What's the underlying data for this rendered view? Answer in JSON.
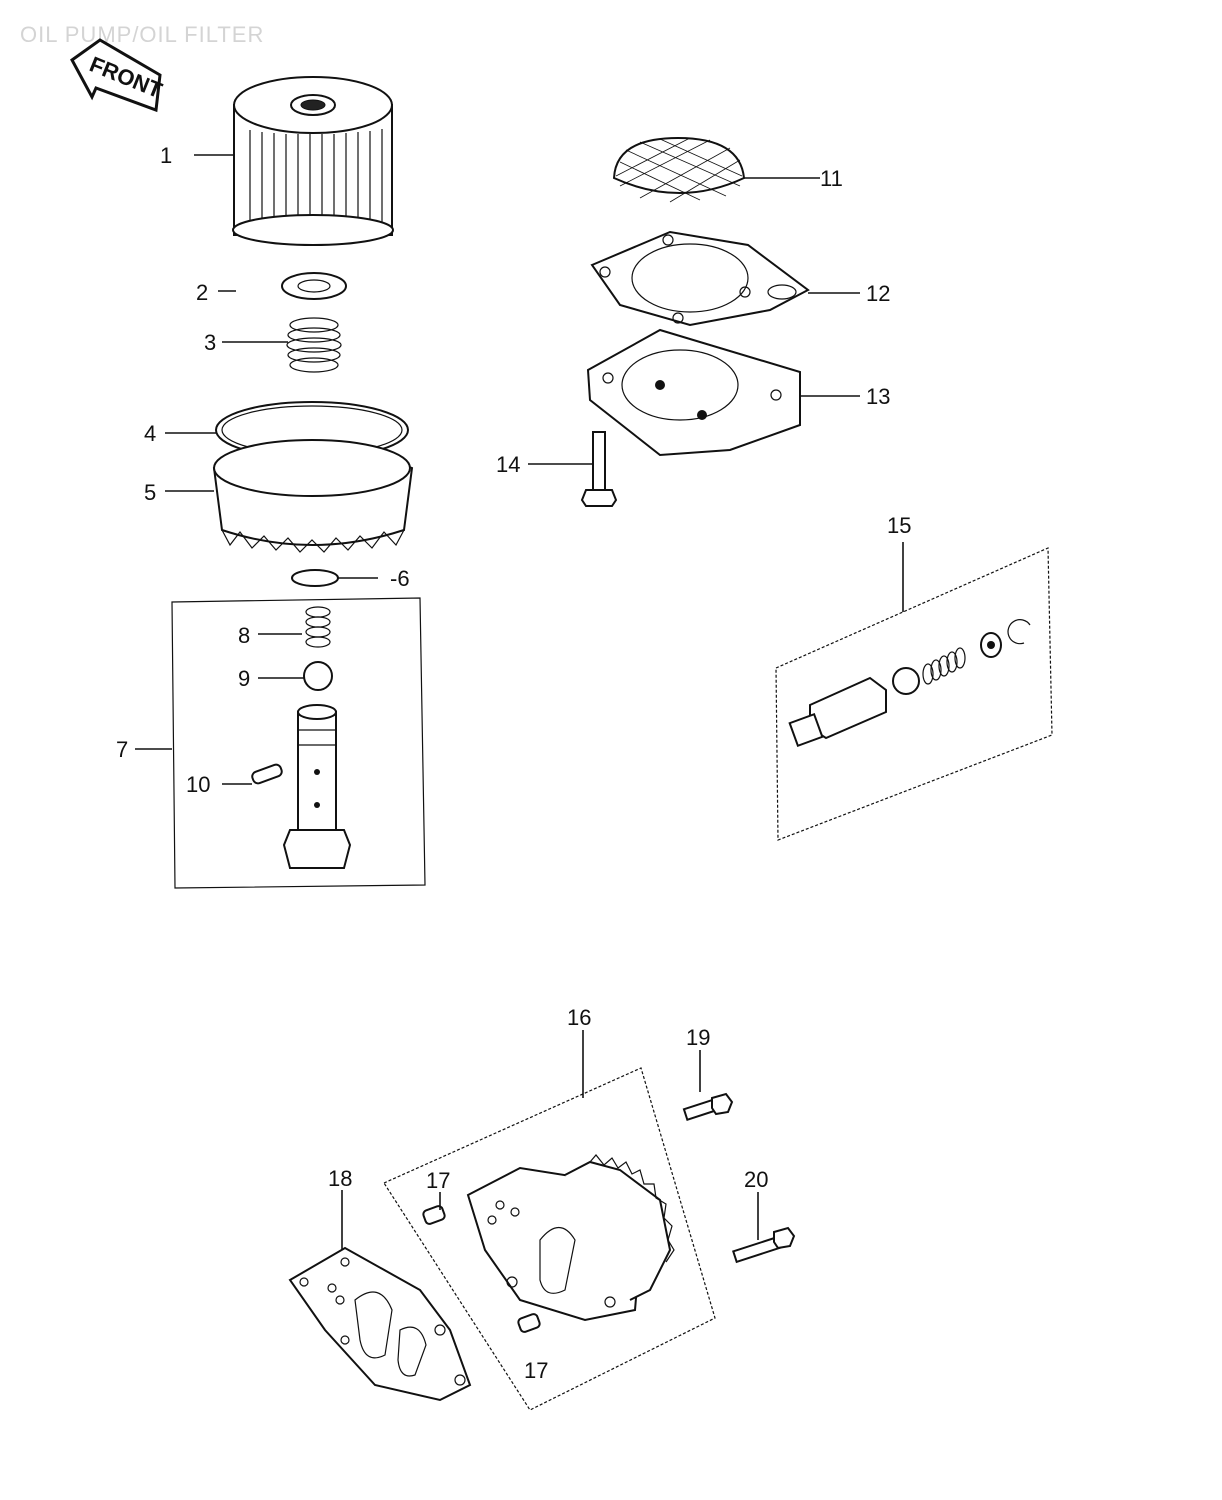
{
  "title": "OIL PUMP/OIL FILTER",
  "front_label": "FRONT",
  "callouts": {
    "c1": "1",
    "c2": "2",
    "c3": "3",
    "c4": "4",
    "c5": "5",
    "c6": "-6",
    "c7": "7",
    "c8": "8",
    "c9": "9",
    "c10": "10",
    "c11": "11",
    "c12": "12",
    "c13": "13",
    "c14": "14",
    "c15": "15",
    "c16": "16",
    "c17a": "17",
    "c17b": "17",
    "c18": "18",
    "c19": "19",
    "c20": "20"
  }
}
